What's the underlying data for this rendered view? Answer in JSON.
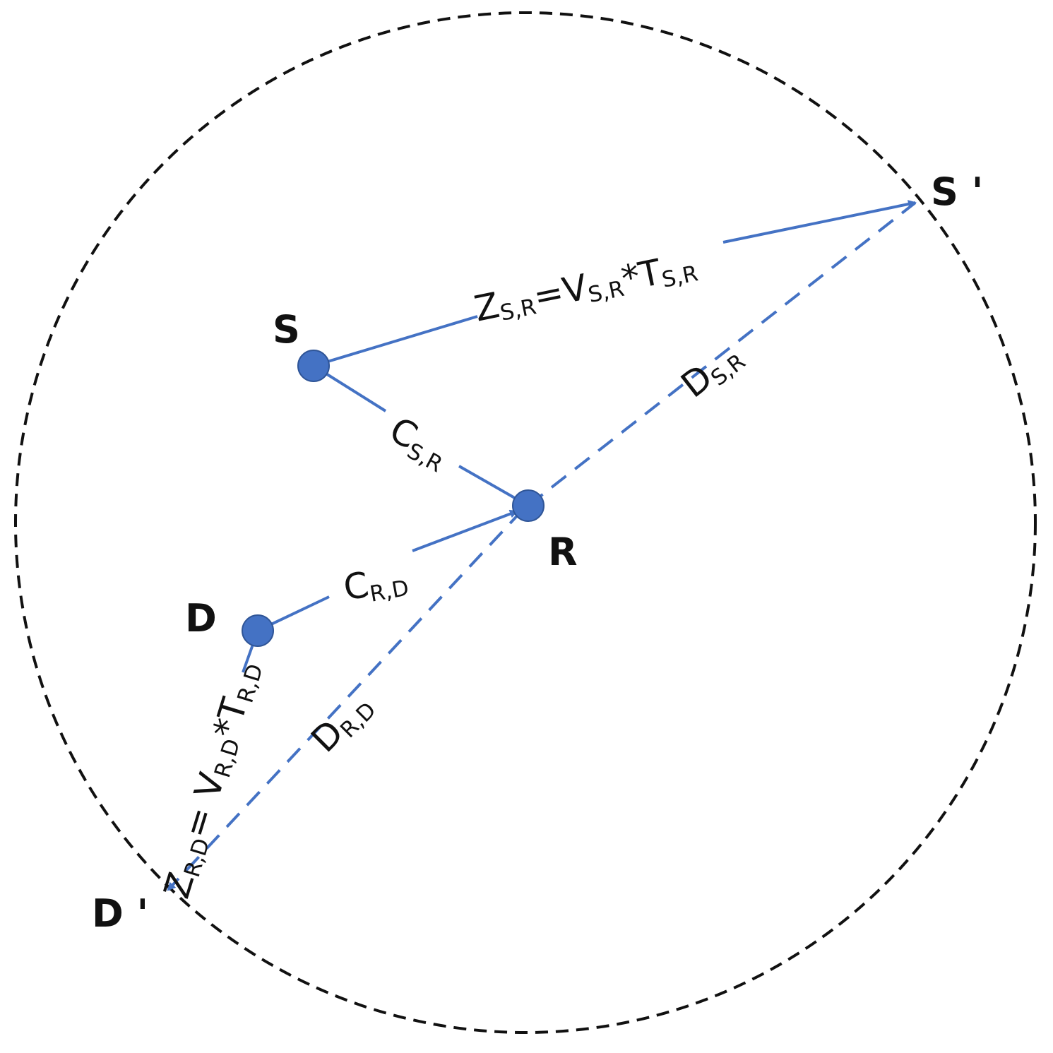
{
  "colors": {
    "edge": "#4472C4",
    "node_fill": "#4472C4",
    "node_stroke": "#2F5597",
    "circle": "#111111",
    "text": "#111111"
  },
  "nodes": {
    "S": {
      "label": "S"
    },
    "R": {
      "label": "R"
    },
    "D": {
      "label": "D"
    },
    "S_prime": {
      "label": "S '"
    },
    "D_prime": {
      "label": "D '"
    }
  },
  "edge_labels": {
    "z_sr": {
      "main": "Z",
      "sub": "S,R",
      "rest1": "=V",
      "sub2": "S,R",
      "rest2": "*T",
      "sub3": "S,R"
    },
    "c_sr": {
      "main": "C",
      "sub": "S,R"
    },
    "d_sr": {
      "main": "D",
      "sub": "S,R"
    },
    "c_rd": {
      "main": "C",
      "sub": "R,D"
    },
    "d_rd": {
      "main": "D",
      "sub": "R,D"
    },
    "z_rd": {
      "main": "Z",
      "sub": "R,D",
      "rest1": "= V",
      "sub2": "R,D",
      "rest2": "*T",
      "sub3": "R,D"
    }
  }
}
